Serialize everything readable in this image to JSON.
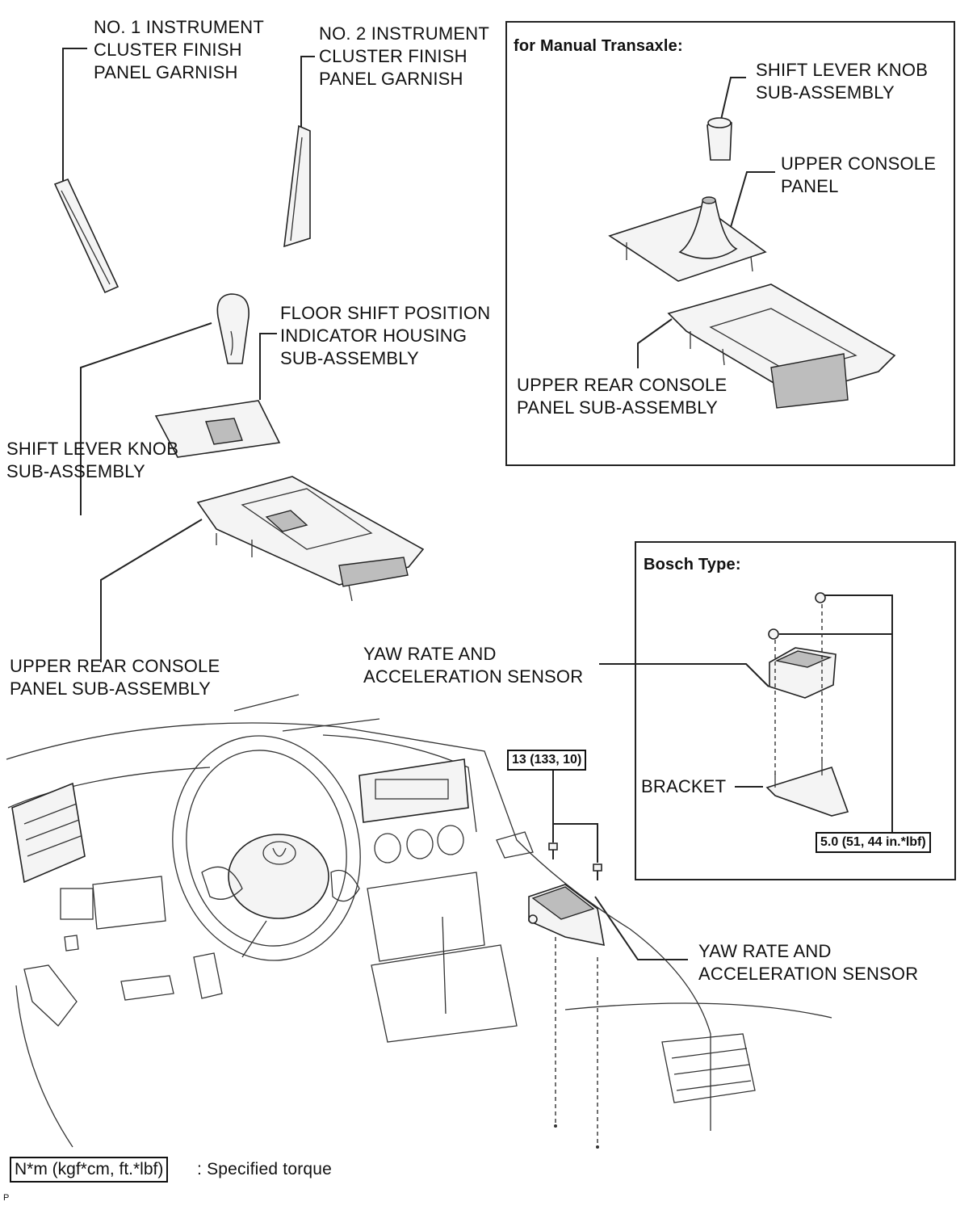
{
  "labels": {
    "no1_garnish": [
      "NO. 1 INSTRUMENT",
      "CLUSTER FINISH",
      "PANEL GARNISH"
    ],
    "no2_garnish": [
      "NO. 2 INSTRUMENT",
      "CLUSTER FINISH",
      "PANEL GARNISH"
    ],
    "floor_shift": [
      "FLOOR SHIFT POSITION",
      "INDICATOR HOUSING",
      "SUB-ASSEMBLY"
    ],
    "shift_knob": [
      "SHIFT LEVER KNOB",
      "SUB-ASSEMBLY"
    ],
    "upper_rear_console": [
      "UPPER REAR CONSOLE",
      "PANEL SUB-ASSEMBLY"
    ],
    "yaw_sensor_upper": [
      "YAW RATE AND",
      "ACCELERATION SENSOR"
    ],
    "yaw_sensor_lower": [
      "YAW RATE AND",
      "ACCELERATION SENSOR"
    ]
  },
  "manual_box": {
    "title": "for Manual Transaxle:",
    "shift_knob": [
      "SHIFT LEVER KNOB",
      "SUB-ASSEMBLY"
    ],
    "upper_console": [
      "UPPER CONSOLE",
      "PANEL"
    ],
    "upper_rear_console": [
      "UPPER REAR CONSOLE",
      "PANEL SUB-ASSEMBLY"
    ]
  },
  "bosch_box": {
    "title": "Bosch Type:",
    "bracket": "BRACKET",
    "torque": "5.0 (51, 44 in.*lbf)"
  },
  "torque_main": "13 (133, 10)",
  "legend": {
    "box": "N*m (kgf*cm, ft.*lbf)",
    "text": ": Specified torque"
  },
  "corner_mark": "P"
}
